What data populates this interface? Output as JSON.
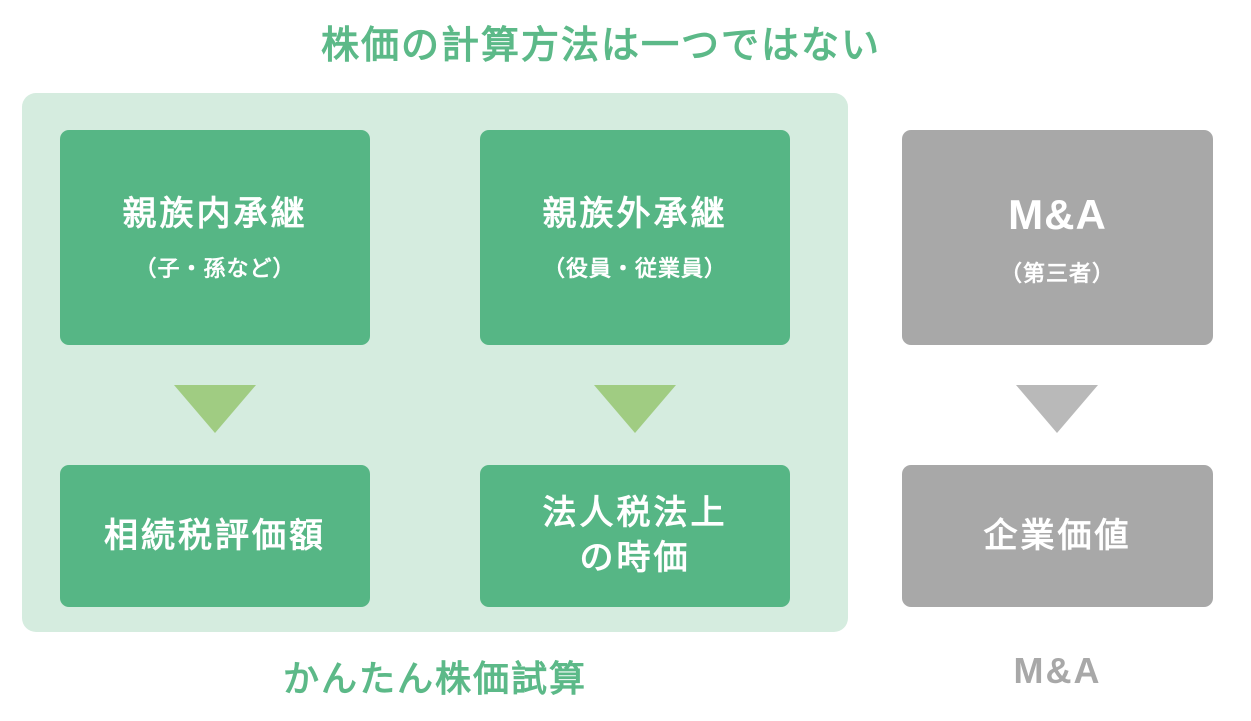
{
  "title": "株価の計算方法は一つではない",
  "colors": {
    "title_green": "#5cb988",
    "box_green": "#56b685",
    "panel_background": "#d5ecdf",
    "arrow_green": "#a0cc82",
    "box_gray": "#a8a8a8",
    "arrow_gray": "#b9b9b9",
    "box_text": "#ffffff"
  },
  "diagram": {
    "columns": [
      {
        "id": "family-internal-succession",
        "theme": "green",
        "top_box": {
          "title": "親族内承継",
          "subtitle": "（子・孫など）"
        },
        "arrow": "down-triangle",
        "bottom_box": {
          "title": "相続税評価額"
        }
      },
      {
        "id": "family-external-succession",
        "theme": "green",
        "top_box": {
          "title": "親族外承継",
          "subtitle": "（役員・従業員）"
        },
        "arrow": "down-triangle",
        "bottom_box": {
          "title": "法人税法上\nの時価"
        }
      },
      {
        "id": "ma-third-party",
        "theme": "gray",
        "top_box": {
          "title": "M&A",
          "subtitle": "（第三者）"
        },
        "arrow": "down-triangle",
        "bottom_box": {
          "title": "企業価値"
        }
      }
    ],
    "footer_labels": [
      {
        "text": "かんたん株価試算",
        "theme": "green"
      },
      {
        "text": "M&A",
        "theme": "gray"
      }
    ]
  }
}
